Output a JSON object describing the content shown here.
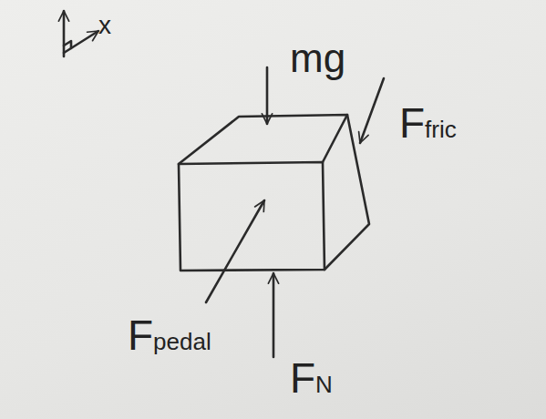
{
  "diagram": {
    "labels": [
      "x",
      "mg",
      "Ffric",
      "Fpedal",
      "FN"
    ]
  }
}
